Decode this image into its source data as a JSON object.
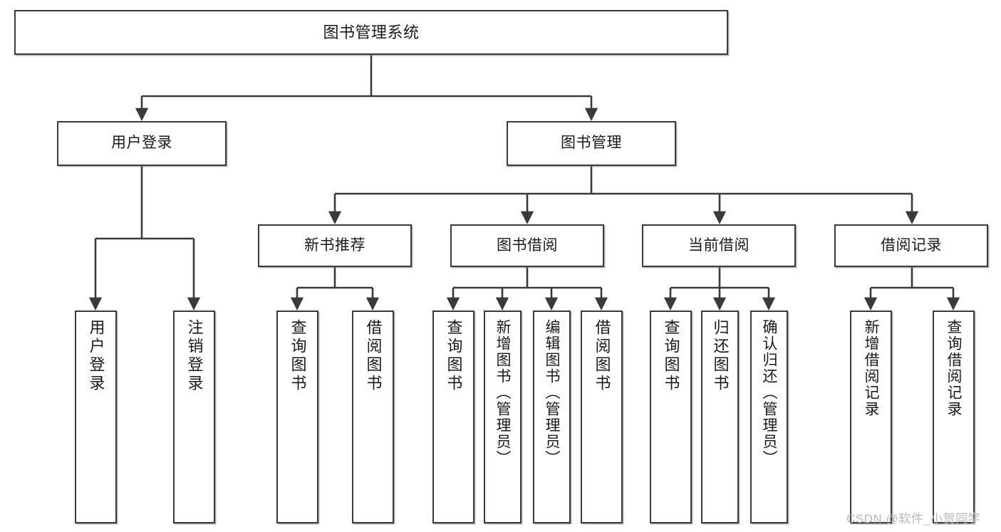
{
  "diagram": {
    "type": "tree-hierarchy",
    "title": "图书管理系统",
    "orientation": "top-down",
    "levels": 4,
    "root": {
      "id": "root",
      "label": "图书管理系统",
      "text_direction": "horizontal"
    },
    "level1": [
      {
        "id": "user-login",
        "label": "用户登录",
        "text_direction": "horizontal"
      },
      {
        "id": "book-manage",
        "label": "图书管理",
        "text_direction": "horizontal"
      }
    ],
    "level2": [
      {
        "id": "new-book-rec",
        "label": "新书推荐",
        "parent": "book-manage",
        "text_direction": "horizontal"
      },
      {
        "id": "book-borrow",
        "label": "图书借阅",
        "parent": "book-manage",
        "text_direction": "horizontal"
      },
      {
        "id": "current-borrow",
        "label": "当前借阅",
        "parent": "book-manage",
        "text_direction": "horizontal"
      },
      {
        "id": "borrow-record",
        "label": "借阅记录",
        "parent": "book-manage",
        "text_direction": "horizontal"
      }
    ],
    "leaves": [
      {
        "id": "leaf-user-login",
        "label": "用户登录",
        "parent": "user-login",
        "text_direction": "vertical"
      },
      {
        "id": "leaf-logout",
        "label": "注销登录",
        "parent": "user-login",
        "text_direction": "vertical"
      },
      {
        "id": "leaf-query-book-1",
        "label": "查询图书",
        "parent": "new-book-rec",
        "text_direction": "vertical"
      },
      {
        "id": "leaf-borrow-book-1",
        "label": "借阅图书",
        "parent": "new-book-rec",
        "text_direction": "vertical"
      },
      {
        "id": "leaf-query-book-2",
        "label": "查询图书",
        "parent": "book-borrow",
        "text_direction": "vertical"
      },
      {
        "id": "leaf-add-book",
        "label": "新增图书（管理员）",
        "parent": "book-borrow",
        "text_direction": "vertical"
      },
      {
        "id": "leaf-edit-book",
        "label": "编辑图书（管理员）",
        "parent": "book-borrow",
        "text_direction": "vertical"
      },
      {
        "id": "leaf-borrow-book-2",
        "label": "借阅图书",
        "parent": "book-borrow",
        "text_direction": "vertical"
      },
      {
        "id": "leaf-query-book-3",
        "label": "查询图书",
        "parent": "current-borrow",
        "text_direction": "vertical"
      },
      {
        "id": "leaf-return-book",
        "label": "归还图书",
        "parent": "current-borrow",
        "text_direction": "vertical"
      },
      {
        "id": "leaf-confirm-return",
        "label": "确认归还（管理员）",
        "parent": "current-borrow",
        "text_direction": "vertical"
      },
      {
        "id": "leaf-add-record",
        "label": "新增借阅记录",
        "parent": "borrow-record",
        "text_direction": "vertical"
      },
      {
        "id": "leaf-query-record",
        "label": "查询借阅记录",
        "parent": "borrow-record",
        "text_direction": "vertical"
      }
    ],
    "colors": {
      "stroke": "#3a3a3a",
      "fill": "#ffffff",
      "text": "#1a1a1a",
      "watermark": "#b9b9b9"
    }
  },
  "watermark": {
    "text": "CSDN @软件_小贺同学"
  }
}
